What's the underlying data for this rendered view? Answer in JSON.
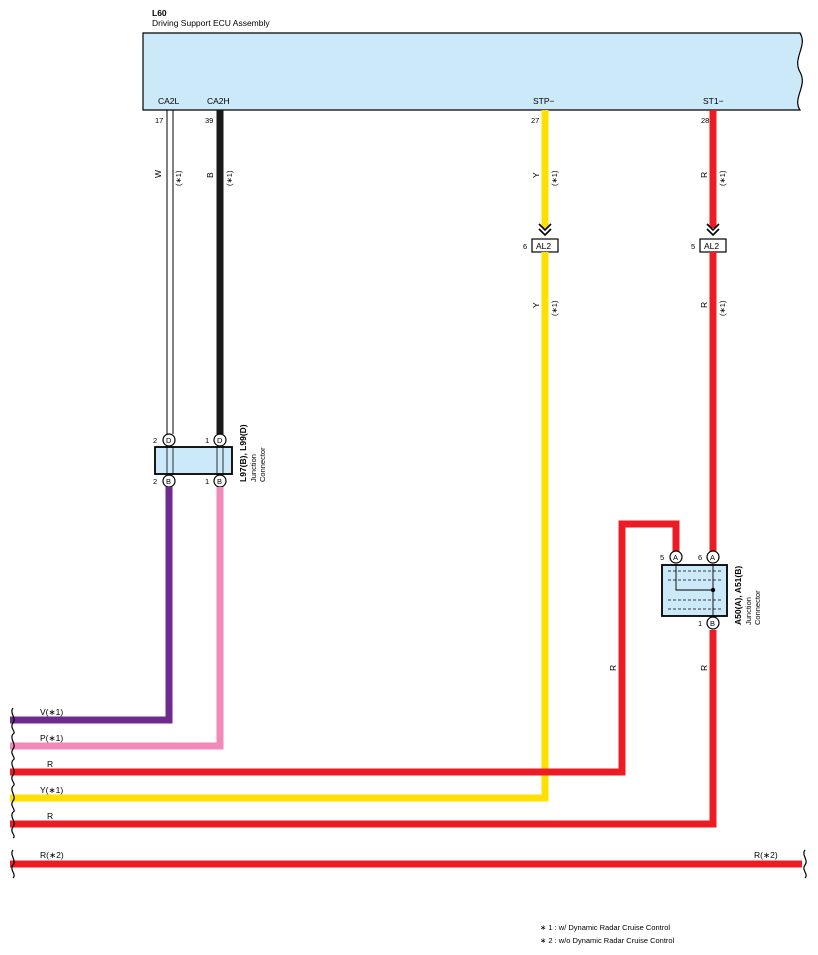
{
  "ecu": {
    "code": "L60",
    "name": "Driving Support ECU Assembly"
  },
  "pins": [
    {
      "label": "CA2L",
      "number": "17"
    },
    {
      "label": "CA2H",
      "number": "39"
    },
    {
      "label": "STP−",
      "number": "27"
    },
    {
      "label": "ST1−",
      "number": "28"
    }
  ],
  "wire_labels": {
    "w": "W",
    "b": "B",
    "y": "Y",
    "r": "R",
    "note1": "(∗1)"
  },
  "al2": {
    "name": "AL2",
    "pin_y": "6",
    "pin_r": "5"
  },
  "junction_l": {
    "title": "L97(B), L99(D)",
    "sub1": "Junction",
    "sub2": "Connector",
    "top_pins": [
      {
        "num": "2",
        "letter": "D"
      },
      {
        "num": "1",
        "letter": "D"
      }
    ],
    "bottom_pins": [
      {
        "num": "2",
        "letter": "B"
      },
      {
        "num": "1",
        "letter": "B"
      }
    ]
  },
  "junction_a": {
    "title": "A50(A), A51(B)",
    "sub1": "Junction",
    "sub2": "Connector",
    "top_pins": [
      {
        "num": "5",
        "letter": "A"
      },
      {
        "num": "6",
        "letter": "A"
      }
    ],
    "bottom_pin": {
      "num": "1",
      "letter": "B"
    }
  },
  "vertical_r_labels": [
    "R",
    "R"
  ],
  "bottom_wires": [
    {
      "label": "V(∗1)",
      "color": "#6e2a8e"
    },
    {
      "label": "P(∗1)",
      "color": "#f08ab8"
    },
    {
      "label": "R",
      "color": "#ed1c24"
    },
    {
      "label": "Y(∗1)",
      "color": "#ffe000"
    },
    {
      "label": "R",
      "color": "#ed1c24"
    },
    {
      "label": "R(∗2)",
      "label_right": "R(∗2)",
      "color": "#ed1c24"
    }
  ],
  "footnotes": [
    "∗ 1 : w/ Dynamic Radar Cruise Control",
    "∗ 2 : w/o Dynamic Radar Cruise Control"
  ],
  "colors": {
    "ecu_fill": "#cce9f9",
    "white_wire": "#ffffff",
    "black_wire": "#1a1a1a",
    "yellow_wire": "#ffe000",
    "red_wire": "#ed1c24",
    "purple_wire": "#6e2a8e",
    "pink_wire": "#f08ab8"
  }
}
